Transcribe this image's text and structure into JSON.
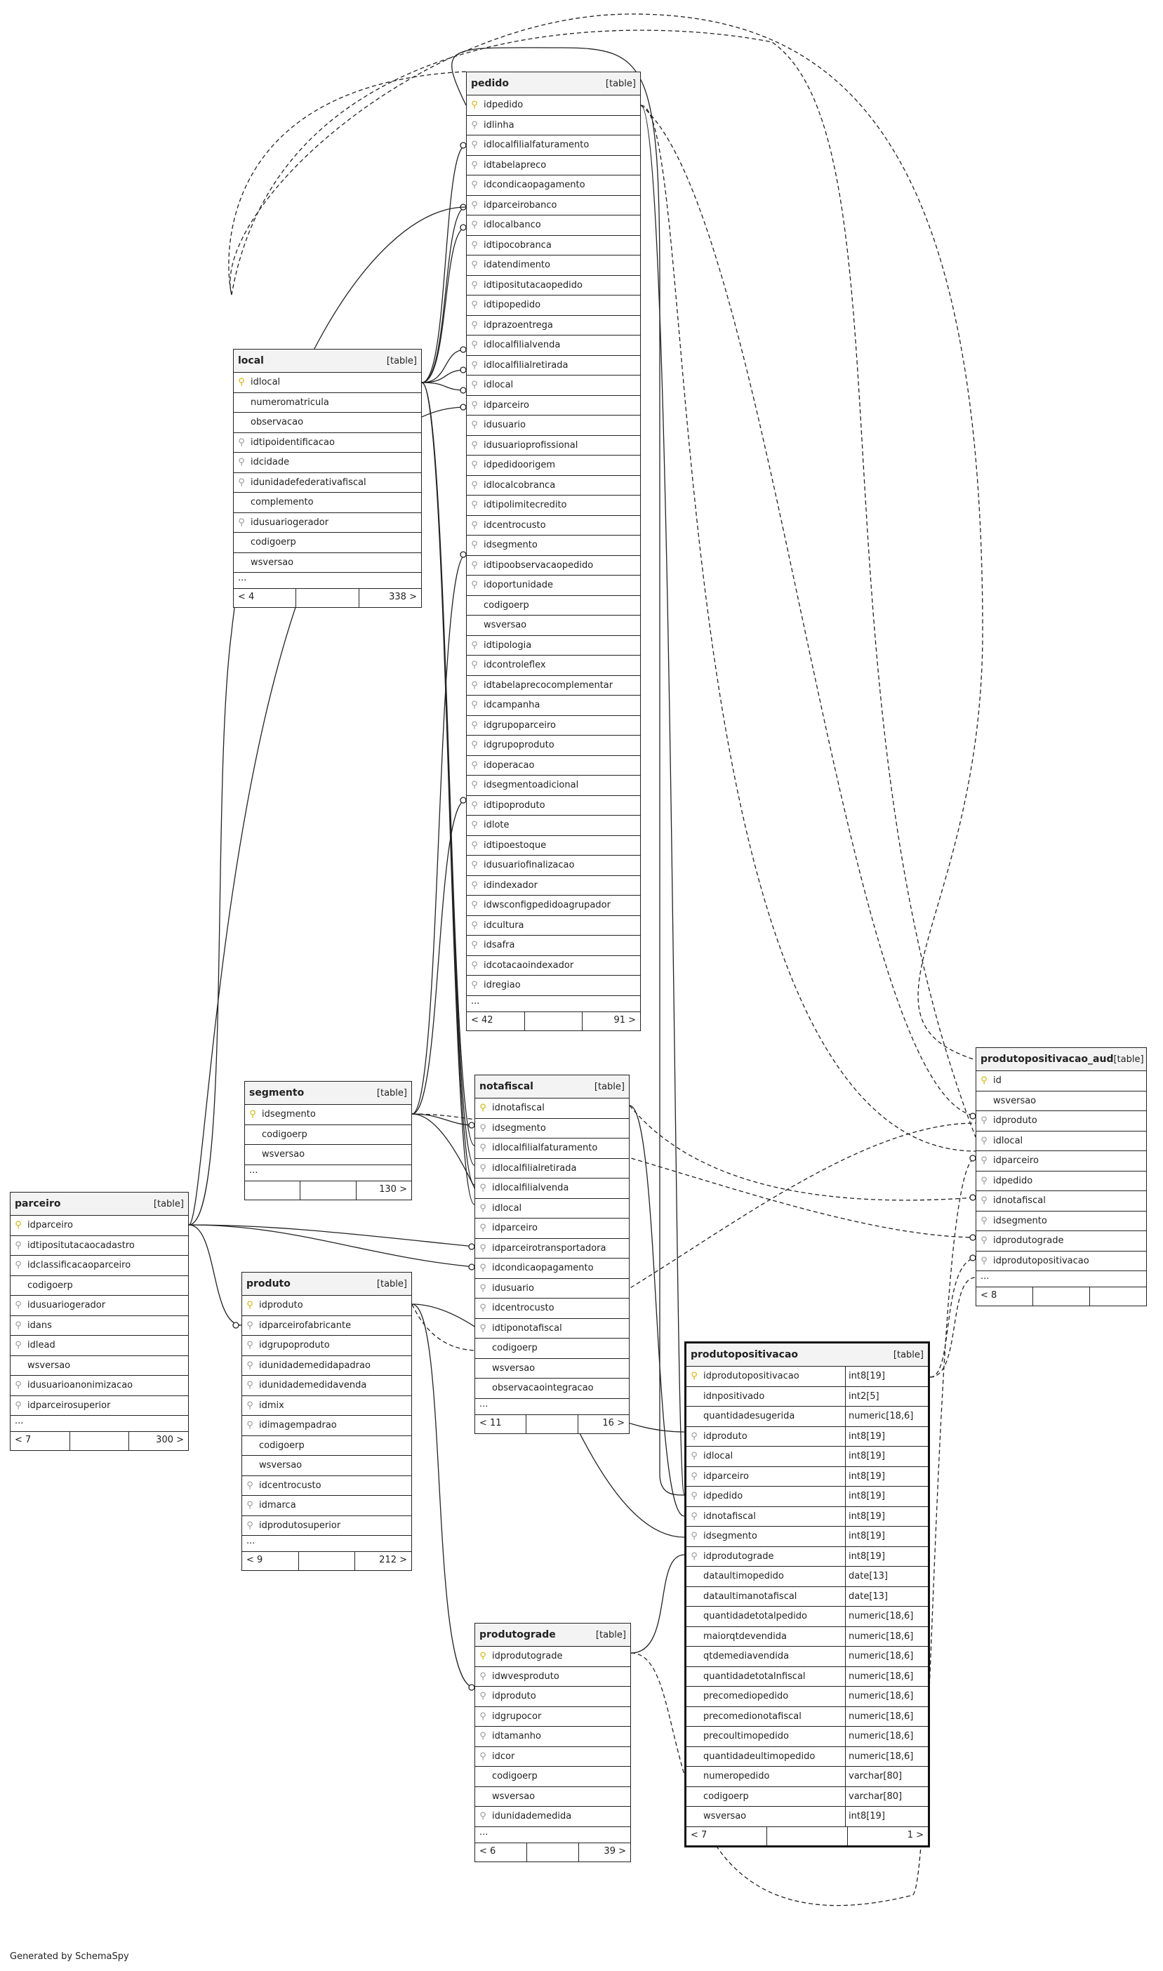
{
  "generated_by": "Generated by SchemaSpy",
  "tables": {
    "pedido": {
      "name": "pedido",
      "type": "[table]",
      "columns": [
        "idpedido",
        "idlinha",
        "idlocalfilialfaturamento",
        "idtabelapreco",
        "idcondicaopagamento",
        "idparceirobanco",
        "idlocalbanco",
        "idtipocobranca",
        "idatendimento",
        "idtipositutacaopedido",
        "idtipopedido",
        "idprazoentrega",
        "idlocalfilialvenda",
        "idlocalfilialretirada",
        "idlocal",
        "idparceiro",
        "idusuario",
        "idusuarioprofissional",
        "idpedidoorigem",
        "idlocalcobranca",
        "idtipolimitecredito",
        "idcentrocusto",
        "idsegmento",
        "idtipoobservacaopedido",
        "idoportunidade",
        "codigoerp",
        "wsversao",
        "idtipologia",
        "idcontroleflex",
        "idtabelaprecocomplementar",
        "idcampanha",
        "idgrupoparceiro",
        "idgrupoproduto",
        "idoperacao",
        "idsegmentoadicional",
        "idtipoproduto",
        "idlote",
        "idtipoestoque",
        "idusuariofinalizacao",
        "idindexador",
        "idwsconfigpedidoagrupador",
        "idcultura",
        "idsafra",
        "idcotacaoindexador",
        "idregiao"
      ],
      "icons": [
        "pk",
        "key",
        "key",
        "key",
        "key",
        "key",
        "key",
        "key",
        "key",
        "key",
        "key",
        "key",
        "key",
        "key",
        "key",
        "key",
        "key",
        "key",
        "key",
        "key",
        "key",
        "key",
        "key",
        "key",
        "key",
        "none",
        "none",
        "key",
        "key",
        "key",
        "key",
        "key",
        "key",
        "key",
        "key",
        "key",
        "key",
        "key",
        "key",
        "key",
        "key",
        "key",
        "key",
        "key",
        "key"
      ],
      "more": "...",
      "footer": [
        "< 42",
        "",
        "91 >"
      ]
    },
    "local": {
      "name": "local",
      "type": "[table]",
      "columns": [
        "idlocal",
        "numeromatricula",
        "observacao",
        "idtipoidentificacao",
        "idcidade",
        "idunidadefederativafiscal",
        "complemento",
        "idusuariogerador",
        "codigoerp",
        "wsversao"
      ],
      "icons": [
        "pk",
        "none",
        "none",
        "key",
        "key",
        "key",
        "none",
        "key",
        "none",
        "none"
      ],
      "more": "...",
      "footer": [
        "< 4",
        "",
        "338 >"
      ]
    },
    "segmento": {
      "name": "segmento",
      "type": "[table]",
      "columns": [
        "idsegmento",
        "codigoerp",
        "wsversao"
      ],
      "icons": [
        "pk",
        "none",
        "none"
      ],
      "more": "...",
      "footer": [
        "",
        "",
        "130 >"
      ]
    },
    "parceiro": {
      "name": "parceiro",
      "type": "[table]",
      "columns": [
        "idparceiro",
        "idtipositutacaocadastro",
        "idclassificacaoparceiro",
        "codigoerp",
        "idusuariogerador",
        "idans",
        "idlead",
        "wsversao",
        "idusuarioanonimizacao",
        "idparceirosuperior"
      ],
      "icons": [
        "pk",
        "key",
        "key",
        "none",
        "key",
        "key",
        "key",
        "none",
        "key",
        "key"
      ],
      "more": "...",
      "footer": [
        "< 7",
        "",
        "300 >"
      ]
    },
    "produto": {
      "name": "produto",
      "type": "[table]",
      "columns": [
        "idproduto",
        "idparceirofabricante",
        "idgrupoproduto",
        "idunidademedidapadrao",
        "idunidademedidavenda",
        "idmix",
        "idimagempadrao",
        "codigoerp",
        "wsversao",
        "idcentrocusto",
        "idmarca",
        "idprodutosuperior"
      ],
      "icons": [
        "pk",
        "key",
        "key",
        "key",
        "key",
        "key",
        "key",
        "none",
        "none",
        "key",
        "key",
        "key"
      ],
      "more": "...",
      "footer": [
        "< 9",
        "",
        "212 >"
      ]
    },
    "notafiscal": {
      "name": "notafiscal",
      "type": "[table]",
      "columns": [
        "idnotafiscal",
        "idsegmento",
        "idlocalfilialfaturamento",
        "idlocalfilialretirada",
        "idlocalfilialvenda",
        "idlocal",
        "idparceiro",
        "idparceirotransportadora",
        "idcondicaopagamento",
        "idusuario",
        "idcentrocusto",
        "idtiponotafiscal",
        "codigoerp",
        "wsversao",
        "observacaointegracao"
      ],
      "icons": [
        "pk",
        "key",
        "key",
        "key",
        "key",
        "key",
        "key",
        "key",
        "key",
        "key",
        "key",
        "key",
        "none",
        "none",
        "none"
      ],
      "more": "...",
      "footer": [
        "< 11",
        "",
        "16 >"
      ]
    },
    "produtograde": {
      "name": "produtograde",
      "type": "[table]",
      "columns": [
        "idprodutograde",
        "idwvesproduto",
        "idproduto",
        "idgrupocor",
        "idtamanho",
        "idcor",
        "codigoerp",
        "wsversao",
        "idunidademedida"
      ],
      "icons": [
        "pk",
        "key",
        "key",
        "key",
        "key",
        "key",
        "none",
        "none",
        "key"
      ],
      "more": "...",
      "footer": [
        "< 6",
        "",
        "39 >"
      ]
    },
    "produtopositivacao": {
      "name": "produtopositivacao",
      "type": "[table]",
      "columns": [
        "idprodutopositivacao",
        "idnpositivado",
        "quantidadesugerida",
        "idproduto",
        "idlocal",
        "idparceiro",
        "idpedido",
        "idnotafiscal",
        "idsegmento",
        "idprodutograde",
        "dataultimopedido",
        "dataultimanotafiscal",
        "quantidadetotalpedido",
        "maiorqtdevendida",
        "qtdemediavendida",
        "quantidadetotalnfiscal",
        "precomediopedido",
        "precomedionotafiscal",
        "precoultimopedido",
        "quantidadeultimopedido",
        "numeropedido",
        "codigoerp",
        "wsversao"
      ],
      "types": [
        "int8[19]",
        "int2[5]",
        "numeric[18,6]",
        "int8[19]",
        "int8[19]",
        "int8[19]",
        "int8[19]",
        "int8[19]",
        "int8[19]",
        "int8[19]",
        "date[13]",
        "date[13]",
        "numeric[18,6]",
        "numeric[18,6]",
        "numeric[18,6]",
        "numeric[18,6]",
        "numeric[18,6]",
        "numeric[18,6]",
        "numeric[18,6]",
        "numeric[18,6]",
        "varchar[80]",
        "varchar[80]",
        "int8[19]"
      ],
      "icons": [
        "pk",
        "none",
        "none",
        "key",
        "key",
        "key",
        "key",
        "key",
        "key",
        "key",
        "none",
        "none",
        "none",
        "none",
        "none",
        "none",
        "none",
        "none",
        "none",
        "none",
        "none",
        "none",
        "none"
      ],
      "more": "",
      "footer": [
        "< 7",
        "",
        "1 >"
      ]
    },
    "produtopositivacao_aud": {
      "name": "produtopositivacao_aud",
      "type": "[table]",
      "columns": [
        "id",
        "wsversao",
        "idproduto",
        "idlocal",
        "idparceiro",
        "idpedido",
        "idnotafiscal",
        "idsegmento",
        "idprodutograde",
        "idprodutopositivacao"
      ],
      "icons": [
        "pk",
        "none",
        "key",
        "key",
        "key",
        "key",
        "key",
        "key",
        "key",
        "key"
      ],
      "more": "...",
      "footer": [
        "< 8",
        "",
        ""
      ]
    }
  },
  "colors": {
    "line": "#222222",
    "pk_icon": "#d4b500",
    "fk_icon": "#999999",
    "header_bg": "#f3f3f3"
  }
}
